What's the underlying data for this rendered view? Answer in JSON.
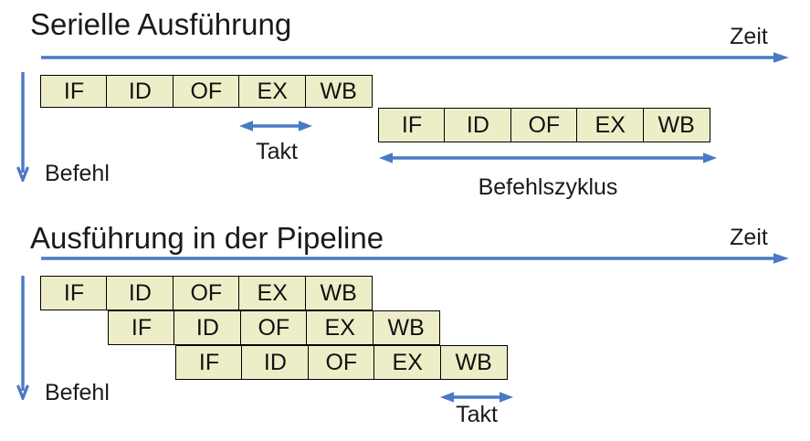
{
  "colors": {
    "accent_blue": "#4A79C5",
    "box_fill": "#EDEEC8",
    "box_border": "#000000",
    "text": "#1a1a1a"
  },
  "sections": {
    "serial": {
      "title": "Serielle Ausführung",
      "time_axis_label": "Zeit",
      "instruction_axis_label": "Befehl",
      "clock_label": "Takt",
      "cycle_label": "Befehlszyklus",
      "rows": [
        {
          "stages": [
            "IF",
            "ID",
            "OF",
            "EX",
            "WB"
          ]
        },
        {
          "stages": [
            "IF",
            "ID",
            "OF",
            "EX",
            "WB"
          ]
        }
      ]
    },
    "pipeline": {
      "title": "Ausführung in der Pipeline",
      "time_axis_label": "Zeit",
      "instruction_axis_label": "Befehl",
      "clock_label": "Takt",
      "rows": [
        {
          "stages": [
            "IF",
            "ID",
            "OF",
            "EX",
            "WB"
          ]
        },
        {
          "stages": [
            "IF",
            "ID",
            "OF",
            "EX",
            "WB"
          ]
        },
        {
          "stages": [
            "IF",
            "ID",
            "OF",
            "EX",
            "WB"
          ]
        }
      ]
    }
  }
}
